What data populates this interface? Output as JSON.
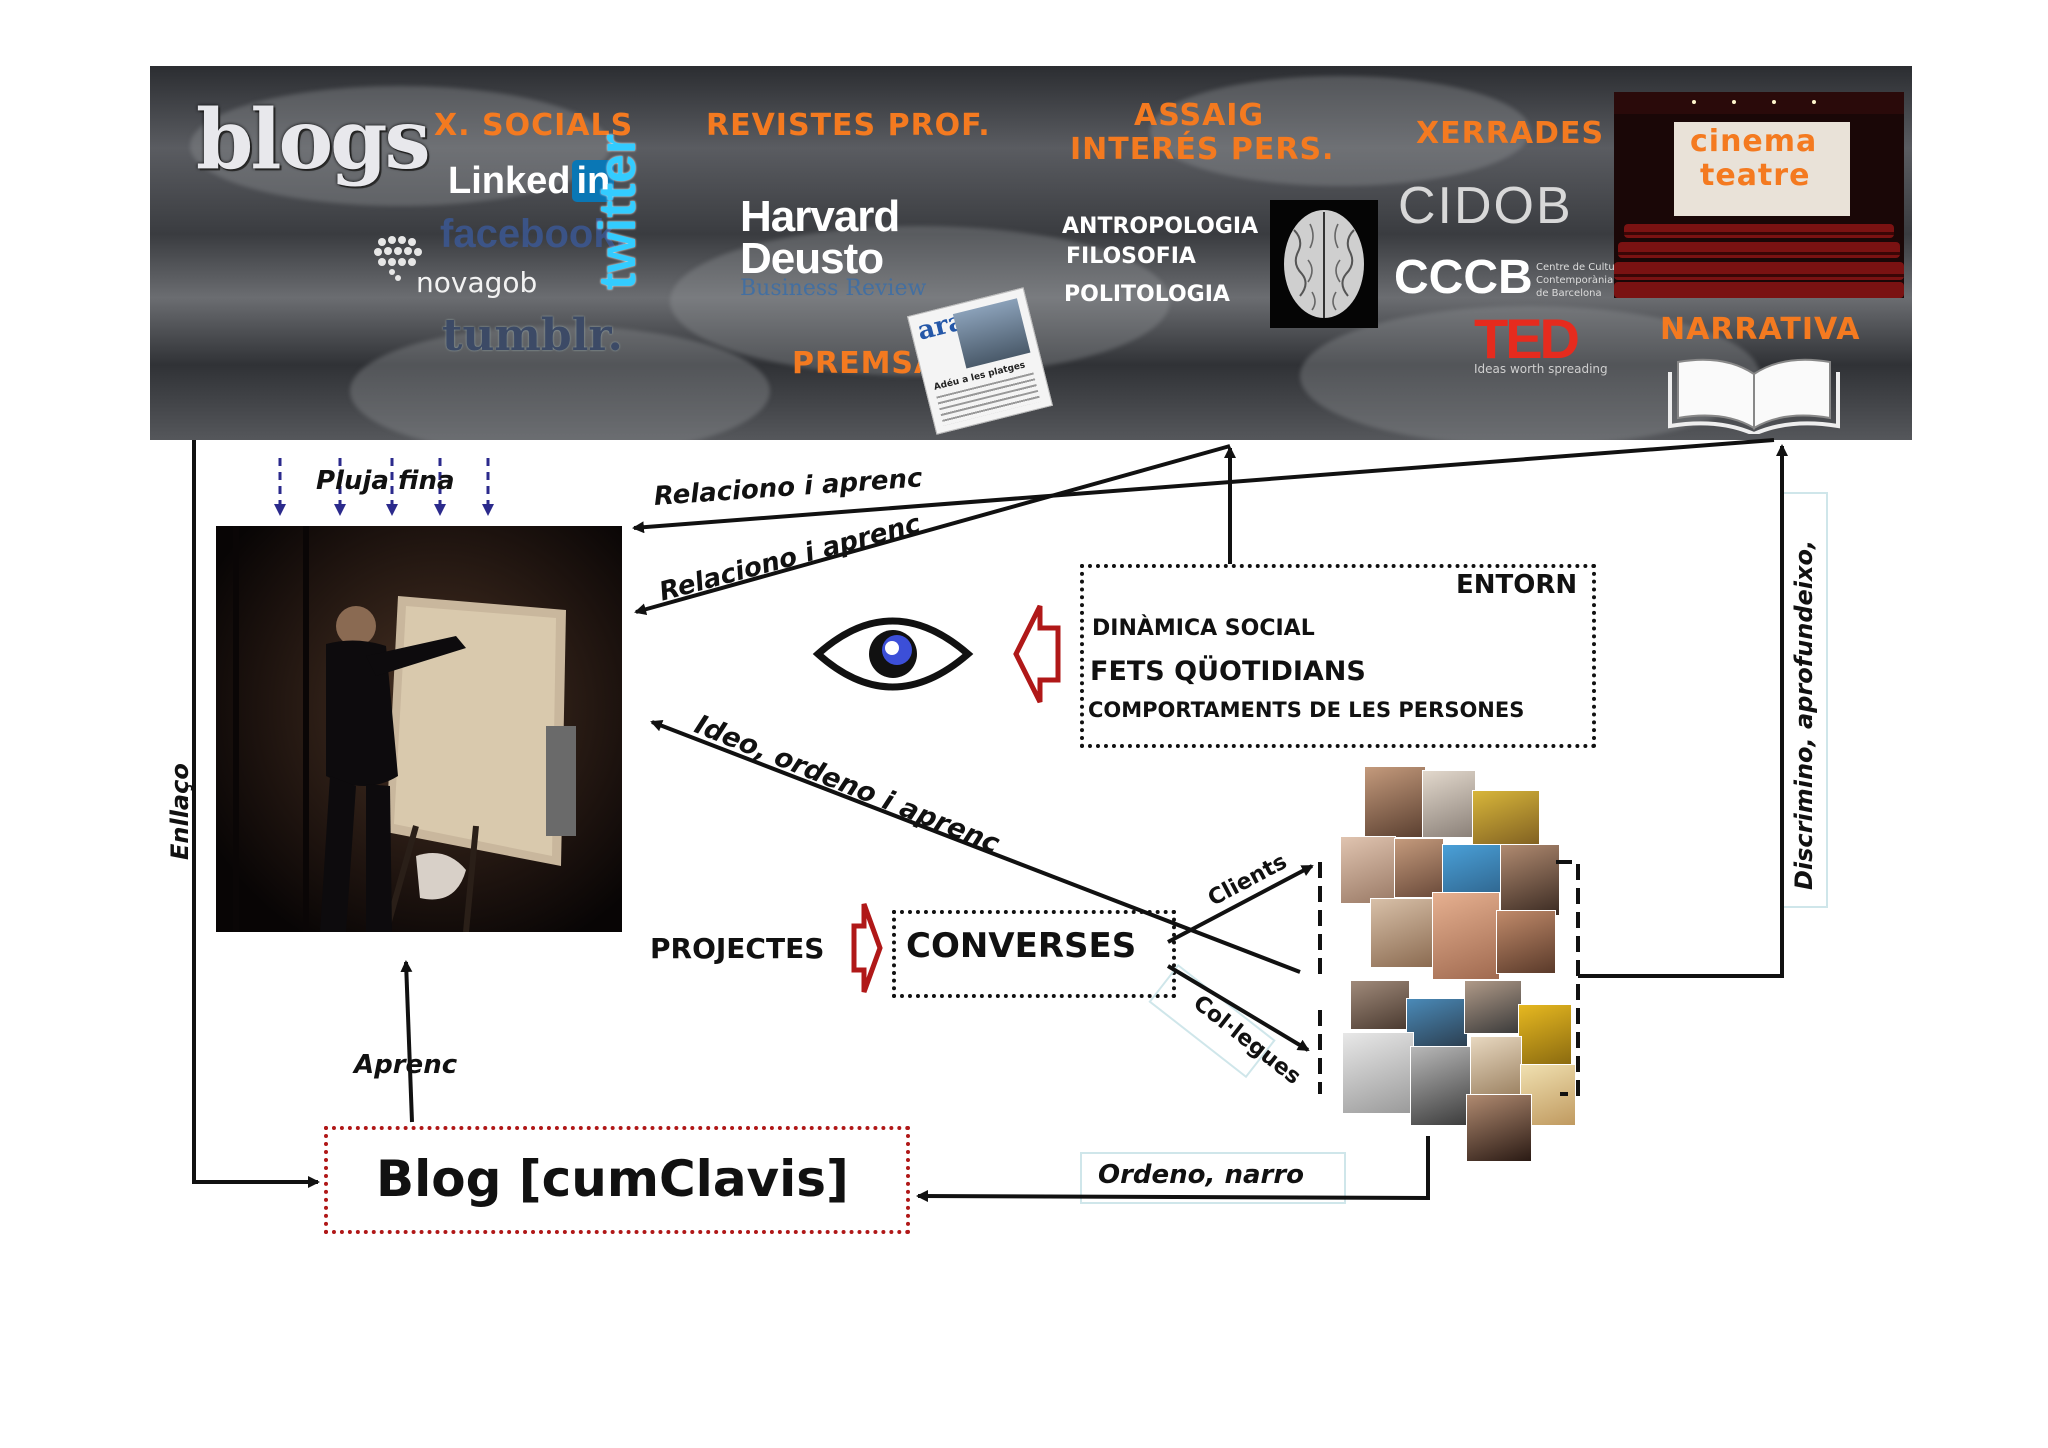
{
  "banner": {
    "blogs": "blogs",
    "xsocials": "X. SOCIALS",
    "linkedin_a": "Linked",
    "linkedin_b": "in",
    "facebook": "facebook.",
    "novagob": "novagob",
    "tumblr": "tumblr.",
    "twitter": "twitter",
    "revistes": "REVISTES PROF.",
    "harvard": "Harvard",
    "deusto": "Deusto",
    "business_review": "Business Review",
    "premsa": "PREMSA",
    "ara": "ara",
    "ara_headline": "Adéu a les platges",
    "assaig_1": "ASSAIG",
    "assaig_2": "INTERÉS PERS.",
    "antropologia": "ANTROPOLOGIA",
    "filosofia": "FILOSOFIA",
    "politologia": "POLITOLOGIA",
    "xerrades": "XERRADES",
    "cidob": "CIDOB",
    "cccb": "CCCB",
    "cccb_sub_1": "Centre de Cultura",
    "cccb_sub_2": "Contemporània",
    "cccb_sub_3": "de Barcelona",
    "ted": "TED",
    "ted_sub": "Ideas worth spreading",
    "cinema": "cinema",
    "teatre": "teatre",
    "narrativa": "NARRATIVA"
  },
  "diagram": {
    "pluja_fina": "Pluja fina",
    "relaciono_1": "Relaciono i aprenc",
    "relaciono_2": "Relaciono i aprenc",
    "ideo": "Ideo, ordeno i aprenc",
    "entorn": {
      "title": "ENTORN",
      "item1": "DINÀMICA SOCIAL",
      "item2": "FETS QÜOTIDIANS",
      "item3": "COMPORTAMENTS DE LES PERSONES"
    },
    "projectes": "PROJECTES",
    "converses": "CONVERSES",
    "clients": "Clients",
    "collegues": "Col·legues",
    "discrimino": "Discrimino, aprofundeixo,",
    "enllaco": "Enllaço",
    "aprenc": "Aprenc",
    "ordeno": "Ordeno, narro",
    "blog": "Blog [cumClavis]"
  },
  "colors": {
    "orange": "#f47a20",
    "red_arrow": "#b01818",
    "blue_dash": "#2b2a8c",
    "blog_border": "#b01818"
  }
}
